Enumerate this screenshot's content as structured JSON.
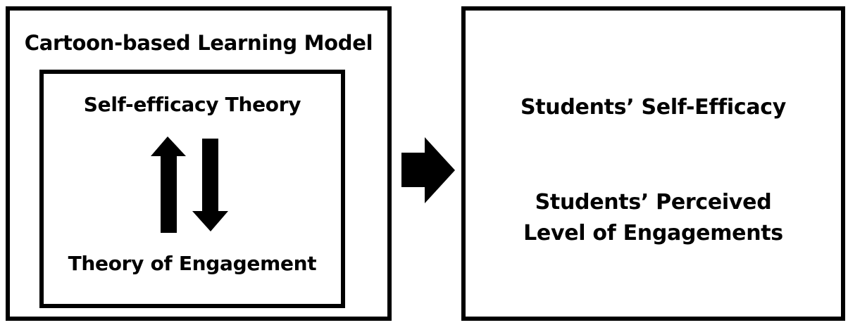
{
  "diagram": {
    "model": {
      "title": "Cartoon-based Learning Model",
      "theories": {
        "top": "Self-efficacy Theory",
        "bottom": "Theory of Engagement"
      }
    },
    "outcomes": {
      "first": "Students’ Self-Efficacy",
      "second_line1": "Students’ Perceived",
      "second_line2": "Level of Engagements"
    },
    "colors": {
      "stroke": "#000000",
      "background": "#ffffff"
    },
    "icons": {
      "bidirectional": "up-down-arrows-icon",
      "flow": "right-arrow-icon"
    }
  }
}
